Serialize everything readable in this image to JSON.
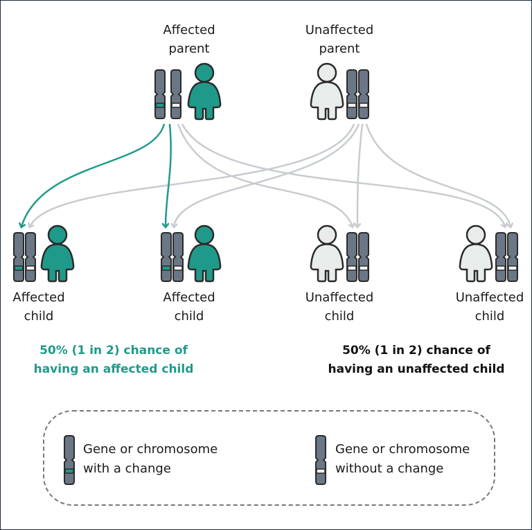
{
  "colors": {
    "affected": "#1f9a8a",
    "unaffected_person": "#e8eceb",
    "chromosome": "#6b7785",
    "arrow_gray": "#c8ccd0",
    "outline": "#2b2b2b"
  },
  "parents": [
    {
      "label_line1": "Affected",
      "label_line2": "parent"
    },
    {
      "label_line1": "Unaffected",
      "label_line2": "parent"
    }
  ],
  "children": [
    {
      "label_line1": "Affected",
      "label_line2": "child"
    },
    {
      "label_line1": "Affected",
      "label_line2": "child"
    },
    {
      "label_line1": "Unaffected",
      "label_line2": "child"
    },
    {
      "label_line1": "Unaffected",
      "label_line2": "child"
    }
  ],
  "statements": {
    "affected_line1": "50% (1 in 2) chance of",
    "affected_line2": "having an affected child",
    "unaffected_line1": "50% (1 in 2) chance of",
    "unaffected_line2": "having an unaffected child"
  },
  "legend": {
    "changed_line1": "Gene or chromosome",
    "changed_line2": "with a change",
    "unchanged_line1": "Gene or chromosome",
    "unchanged_line2": "without a change"
  }
}
